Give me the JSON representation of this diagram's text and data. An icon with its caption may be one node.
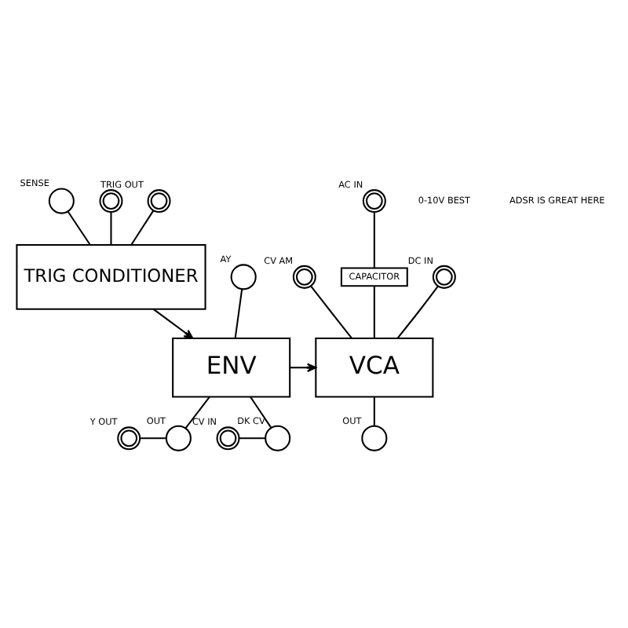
{
  "diagram": {
    "nodes": [
      {
        "text": [],
        "shape": "circle",
        "beside": [
          "SENSE"
        ]
      },
      {
        "text": [],
        "shape": "ring",
        "beside": [
          "TRIG OUT"
        ]
      },
      {
        "text": [
          "TRIG CONDITIONER"
        ]
      },
      {
        "text": [],
        "shape": "ring"
      },
      {
        "text": [],
        "shape": "ring",
        "beside": [
          "CV AM"
        ]
      },
      {
        "text": [],
        "shape": "circle",
        "beside": [
          "AY"
        ]
      },
      {
        "text": [
          "ENV"
        ]
      },
      {
        "text": [
          "VCA"
        ]
      },
      {
        "text": [],
        "shape": "circle",
        "beside": [
          "OUT"
        ]
      },
      {
        "text": [],
        "shape": "ring",
        "beside": [
          "Y OUT"
        ]
      },
      {
        "text": [],
        "shape": "circle",
        "beside": [
          "OUT"
        ]
      },
      {
        "text": [],
        "shape": "ring",
        "beside": [
          "AC IN"
        ]
      },
      {
        "text": [
          "CAPACITOR"
        ]
      },
      {
        "text": [],
        "shape": "ring",
        "beside": [
          "CV IN"
        ]
      },
      {
        "text": [],
        "shape": "circle",
        "beside": [
          "DK CV"
        ]
      },
      {
        "text": [],
        "shape": "ring",
        "beside": [
          "DC IN"
        ]
      }
    ],
    "edges": [
      {
        "from": 0,
        "to": 2,
        "arrow": "none"
      },
      {
        "from": 1,
        "to": 2,
        "arrow": "none"
      },
      {
        "from": 3,
        "to": 2,
        "arrow": "none"
      },
      {
        "from": 2,
        "to": 6,
        "arrow": "to"
      },
      {
        "from": 4,
        "to": 7,
        "arrow": "none"
      },
      {
        "from": 5,
        "to": 6,
        "arrow": "none"
      },
      {
        "from": 6,
        "to": 7,
        "arrow": "to"
      },
      {
        "from": 7,
        "to": 8,
        "arrow": "none"
      },
      {
        "from": 6,
        "to": 10,
        "arrow": "none"
      },
      {
        "from": 9,
        "to": 10,
        "arrow": "none"
      },
      {
        "from": 6,
        "to": 14,
        "arrow": "none"
      },
      {
        "from": 13,
        "to": 14,
        "arrow": "none"
      },
      {
        "from": 11,
        "to": 12,
        "arrow": "none"
      },
      {
        "from": 12,
        "to": 7,
        "arrow": "none"
      },
      {
        "from": 15,
        "to": 7,
        "arrow": "none"
      }
    ],
    "labels": [
      "0-10V BEST",
      "ADSR IS GREAT HERE"
    ]
  }
}
